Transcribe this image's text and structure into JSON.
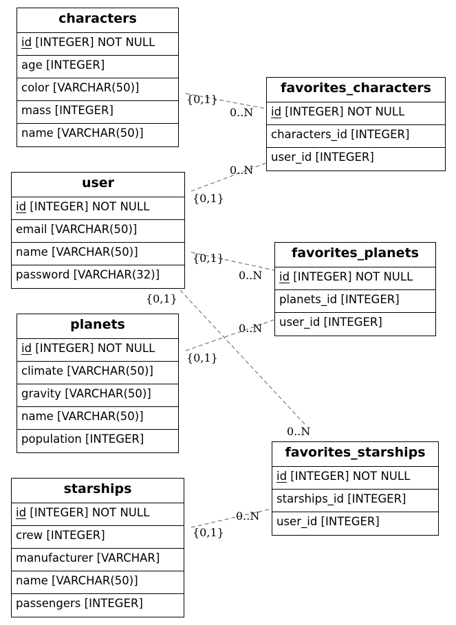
{
  "tables": {
    "characters": {
      "name": "characters",
      "columns": [
        {
          "name": "id",
          "type": " [INTEGER] NOT NULL",
          "pk": true
        },
        {
          "name": "age",
          "type": " [INTEGER]",
          "pk": false
        },
        {
          "name": "color",
          "type": " [VARCHAR(50)]",
          "pk": false
        },
        {
          "name": "mass",
          "type": " [INTEGER]",
          "pk": false
        },
        {
          "name": "name",
          "type": " [VARCHAR(50)]",
          "pk": false
        }
      ]
    },
    "favorites_characters": {
      "name": "favorites_characters",
      "columns": [
        {
          "name": "id",
          "type": " [INTEGER] NOT NULL",
          "pk": true
        },
        {
          "name": "characters_id",
          "type": " [INTEGER]",
          "pk": false
        },
        {
          "name": "user_id",
          "type": " [INTEGER]",
          "pk": false
        }
      ]
    },
    "user": {
      "name": "user",
      "columns": [
        {
          "name": "id",
          "type": " [INTEGER] NOT NULL",
          "pk": true
        },
        {
          "name": "email",
          "type": " [VARCHAR(50)]",
          "pk": false
        },
        {
          "name": "name",
          "type": " [VARCHAR(50)]",
          "pk": false
        },
        {
          "name": "password",
          "type": " [VARCHAR(32)]",
          "pk": false
        }
      ]
    },
    "favorites_planets": {
      "name": "favorites_planets",
      "columns": [
        {
          "name": "id",
          "type": " [INTEGER] NOT NULL",
          "pk": true
        },
        {
          "name": "planets_id",
          "type": " [INTEGER]",
          "pk": false
        },
        {
          "name": "user_id",
          "type": " [INTEGER]",
          "pk": false
        }
      ]
    },
    "planets": {
      "name": "planets",
      "columns": [
        {
          "name": "id",
          "type": " [INTEGER] NOT NULL",
          "pk": true
        },
        {
          "name": "climate",
          "type": " [VARCHAR(50)]",
          "pk": false
        },
        {
          "name": "gravity",
          "type": " [VARCHAR(50)]",
          "pk": false
        },
        {
          "name": "name",
          "type": " [VARCHAR(50)]",
          "pk": false
        },
        {
          "name": "population",
          "type": " [INTEGER]",
          "pk": false
        }
      ]
    },
    "favorites_starships": {
      "name": "favorites_starships",
      "columns": [
        {
          "name": "id",
          "type": " [INTEGER] NOT NULL",
          "pk": true
        },
        {
          "name": "starships_id",
          "type": " [INTEGER]",
          "pk": false
        },
        {
          "name": "user_id",
          "type": " [INTEGER]",
          "pk": false
        }
      ]
    },
    "starships": {
      "name": "starships",
      "columns": [
        {
          "name": "id",
          "type": " [INTEGER] NOT NULL",
          "pk": true
        },
        {
          "name": "crew",
          "type": " [INTEGER]",
          "pk": false
        },
        {
          "name": "manufacturer",
          "type": " [VARCHAR]",
          "pk": false
        },
        {
          "name": "name",
          "type": " [VARCHAR(50)]",
          "pk": false
        },
        {
          "name": "passengers",
          "type": " [INTEGER]",
          "pk": false
        }
      ]
    }
  },
  "relationships": [
    {
      "from": "characters",
      "to": "favorites_characters",
      "one": "{0,1}",
      "many": "0..N"
    },
    {
      "from": "user",
      "to": "favorites_characters",
      "one": "{0,1}",
      "many": "0..N"
    },
    {
      "from": "user",
      "to": "favorites_planets",
      "one": "{0,1}",
      "many": "0..N"
    },
    {
      "from": "planets",
      "to": "favorites_planets",
      "one": "{0,1}",
      "many": "0..N"
    },
    {
      "from": "user",
      "to": "favorites_starships",
      "one": "{0,1}",
      "many": "0..N"
    },
    {
      "from": "starships",
      "to": "favorites_starships",
      "one": "{0,1}",
      "many": "0..N"
    }
  ],
  "line_color": "#777777"
}
